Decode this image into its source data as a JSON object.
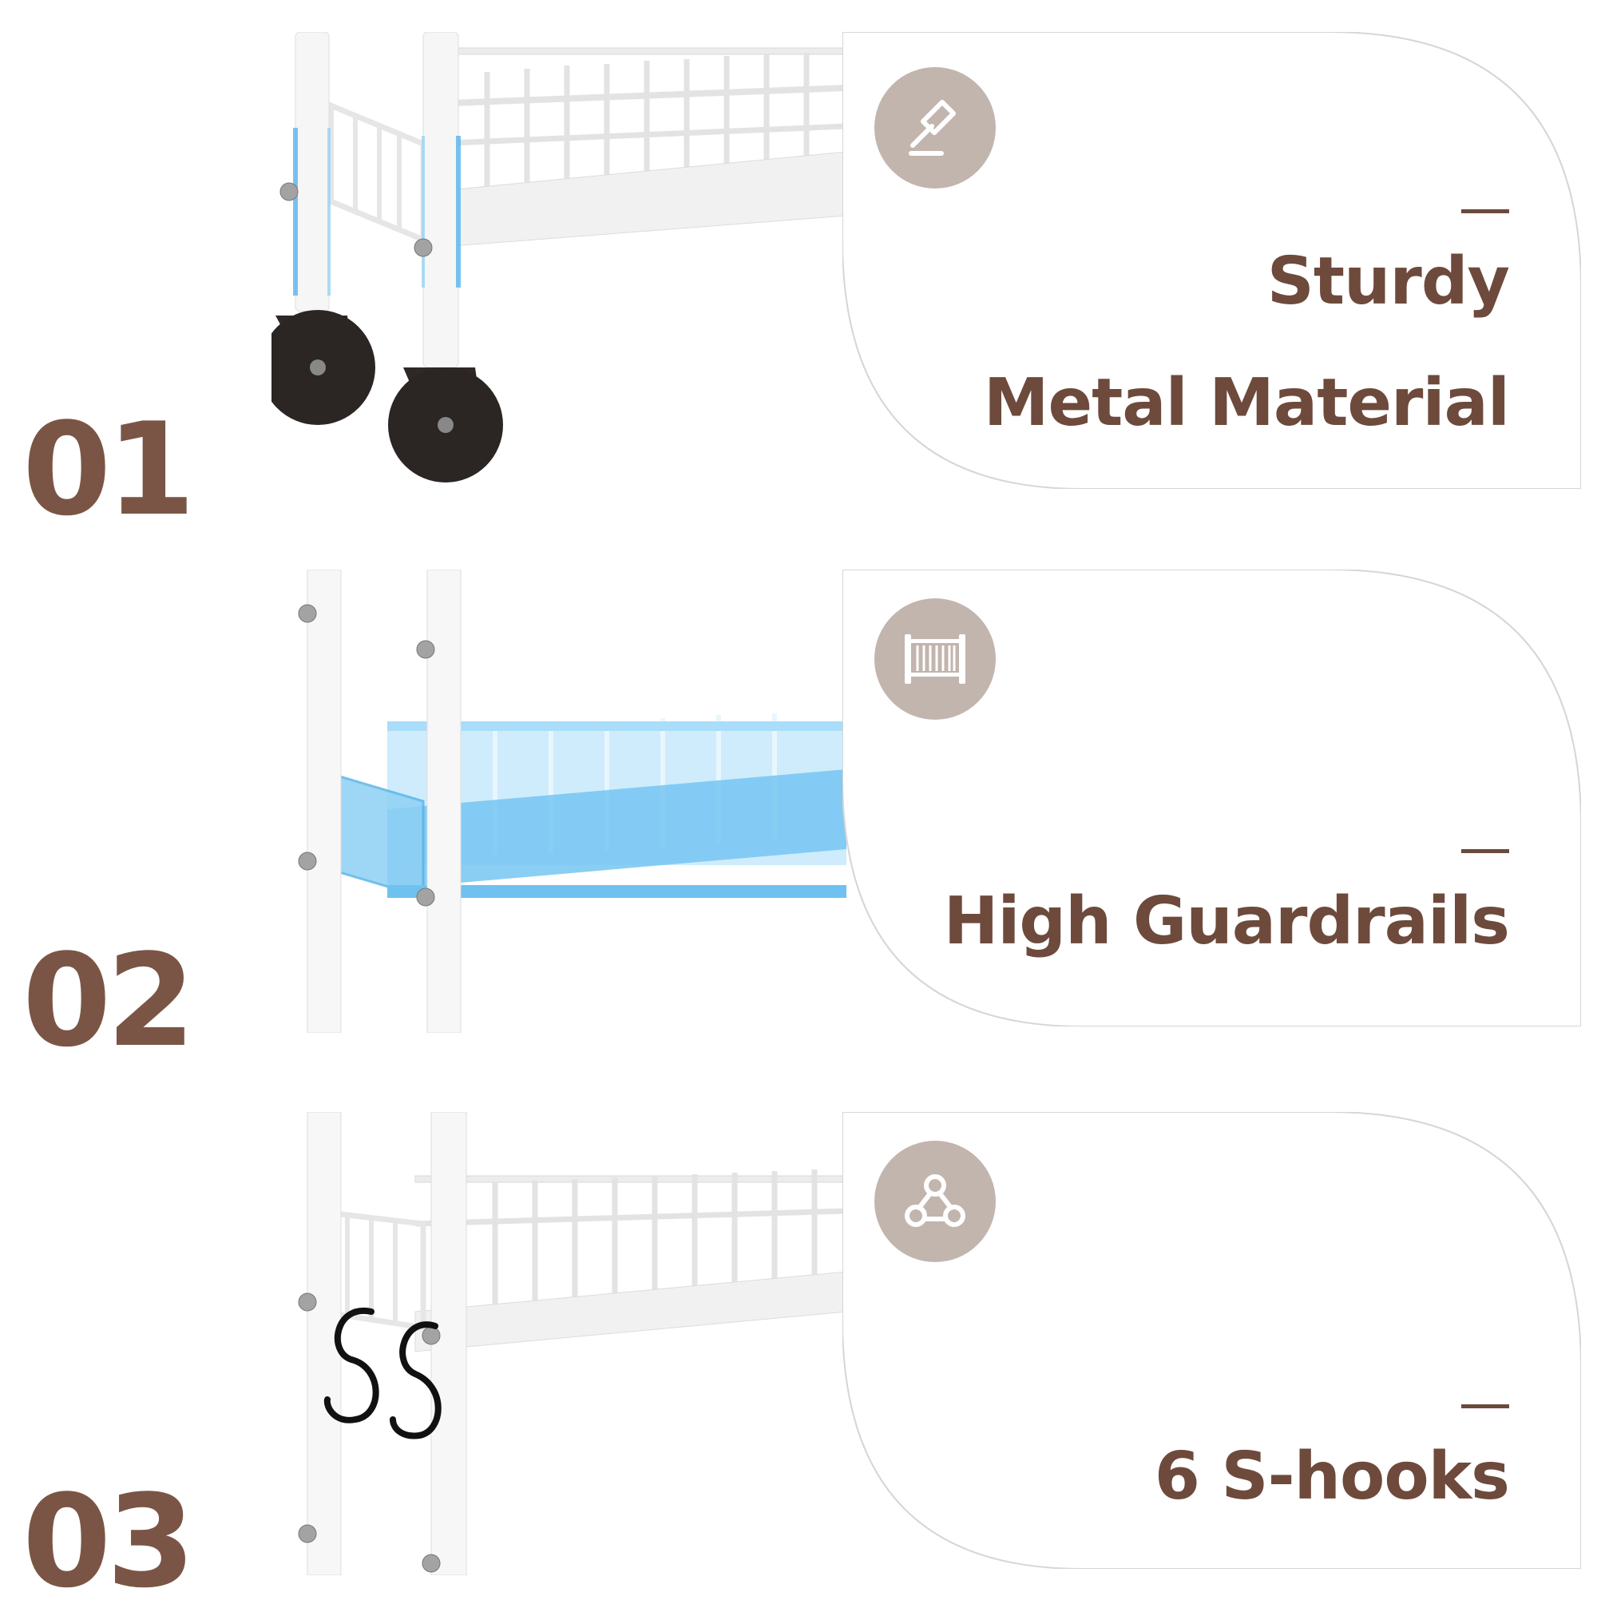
{
  "features": [
    {
      "number": "01",
      "line1": "Sturdy",
      "line2": "Metal Material",
      "icon": "hammer-icon"
    },
    {
      "number": "02",
      "line1": "High Guardrails",
      "icon": "guardrail-icon"
    },
    {
      "number": "03",
      "line1": "6 S-hooks",
      "icon": "webhook-icon"
    }
  ],
  "colors": {
    "accent": "#6e4a3c",
    "badge": "#c2b5ae",
    "highlight": "#9ad4f5"
  }
}
